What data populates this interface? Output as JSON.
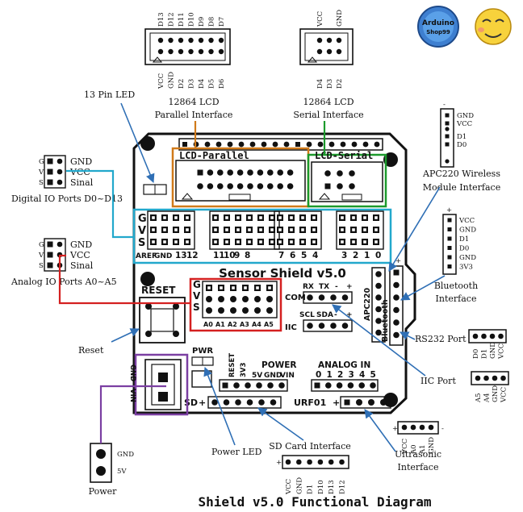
{
  "caption": "Shield v5.0 Functional Diagram",
  "brand": {
    "logo_text": "Arduino",
    "logo_subtext": "Shop99"
  },
  "headers": {
    "lcd_parallel_top": [
      "D13",
      "D12",
      "D11",
      "D10",
      "D9",
      "D8",
      "D7"
    ],
    "lcd_parallel_bottom": [
      "VCC",
      "GND",
      "D2",
      "D3",
      "D4",
      "D5",
      "D6"
    ],
    "lcd_serial_top": [
      "VCC",
      "GND"
    ],
    "lcd_serial_bottom": [
      "D4",
      "D3",
      "D2"
    ],
    "apc220": [
      "GND",
      "VCC",
      "D1",
      "D0"
    ],
    "bluetooth": [
      "VCC",
      "GND",
      "D1",
      "D0",
      "GND",
      "3V3"
    ],
    "rs232": [
      "D0",
      "D1",
      "GND",
      "VCC"
    ],
    "iic": [
      "A5",
      "A4",
      "GND",
      "VCC"
    ],
    "ultrasonic": [
      "VCC",
      "A0",
      "A1",
      "GND"
    ],
    "ultrasonic_plus": "+",
    "ultrasonic_minus": "-",
    "sd_card": [
      "VCC",
      "GND",
      "D1",
      "D10",
      "D13",
      "D12"
    ],
    "sd_plus": "+",
    "power": [
      "GND",
      "5V"
    ],
    "io_key": {
      "rows": [
        "G",
        "V",
        "S"
      ],
      "digital_text": [
        "GND",
        "VCC",
        "Sinal"
      ],
      "analog_text": [
        "GND",
        "VCC",
        "Sinal"
      ]
    }
  },
  "labels": {
    "pin13_led": "13 Pin LED",
    "lcd_parallel": [
      "12864 LCD",
      "Parallel Interface"
    ],
    "lcd_serial": [
      "12864 LCD",
      "Serial Interface"
    ],
    "apc220": [
      "APC220 Wireless",
      "Module Interface"
    ],
    "digital_io": "Digital IO Ports D0~D13",
    "analog_io": "Analog IO Ports A0~A5",
    "bluetooth": [
      "Bluetooth",
      "Interface"
    ],
    "reset": "Reset",
    "rs232": "RS232 Port",
    "iic": "IIC Port",
    "power_led": "Power LED",
    "sd_card": "SD Card Interface",
    "ultrasonic": [
      "Ultrasonic",
      "Interface"
    ],
    "power": "Power"
  },
  "board": {
    "lcd_parallel": "LCD-Parallel",
    "lcd_serial": "LCD-Serial",
    "sensor_shield": "Sensor Shield v5.0",
    "reset": "RESET",
    "pwr": "PWR",
    "com": "COM",
    "iic": "IIC",
    "rx": "RX",
    "tx": "TX",
    "minus": "-",
    "plus": "+",
    "scl": "SCL",
    "sda": "SDA",
    "sd": "SD",
    "urf": "URF01",
    "apc220": "APC220",
    "bluetooth": "Bluetooth",
    "power": "POWER",
    "analog_in": "ANALOG IN",
    "gnd": "GND",
    "vin_ext": "VIN",
    "gsv": [
      "G",
      "V",
      "S"
    ],
    "digital_pins": [
      "AREF",
      "GND",
      "13",
      "12",
      "11",
      "10",
      "9",
      "8",
      "7",
      "6",
      "5",
      "4",
      "3",
      "2",
      "1",
      "0"
    ],
    "analog_pins": [
      "A0",
      "A1",
      "A2",
      "A3",
      "A4",
      "A5"
    ],
    "power_pins": [
      "RESET",
      "3V3",
      "5V",
      "GND",
      "VIN"
    ],
    "analog_numbers": [
      "0",
      "1",
      "2",
      "3",
      "4",
      "5"
    ]
  },
  "colors": {
    "parallel": "#d07a1a",
    "serial": "#1c9a2c",
    "digital": "#22a8cc",
    "analog": "#d42020",
    "power": "#7b3fa2",
    "pointer": "#2f6fb5",
    "board_outline": "#111111"
  }
}
